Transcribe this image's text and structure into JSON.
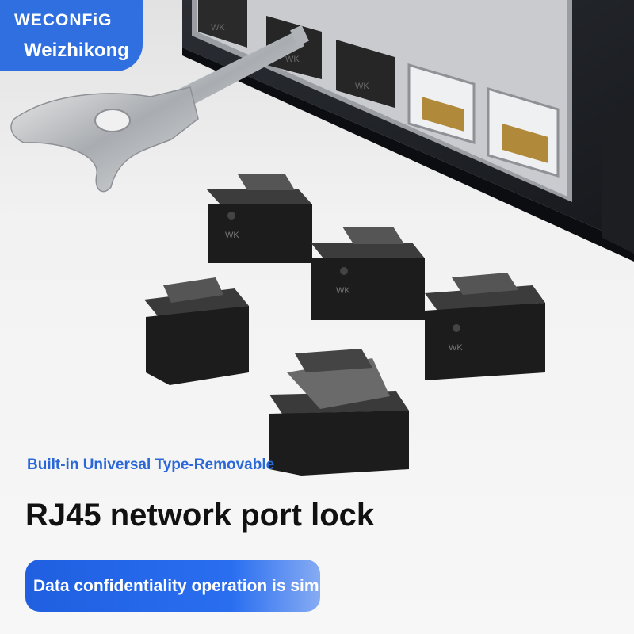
{
  "brand": {
    "name": "WECONFiG",
    "sub": "Weizhikong"
  },
  "port_markings": [
    "WK",
    "WK",
    "WK"
  ],
  "lock_markings": [
    "WK",
    "WK",
    "WK",
    "WK"
  ],
  "headline": {
    "subtitle": "Built-in Universal Type-Removable",
    "title": "RJ45 network port lock",
    "tagline": "Data confidentiality operation is simple"
  },
  "colors": {
    "accent": "#2f6fe0",
    "title": "#111111",
    "product": "#1a1a1a",
    "key": "#b9bcbf"
  }
}
